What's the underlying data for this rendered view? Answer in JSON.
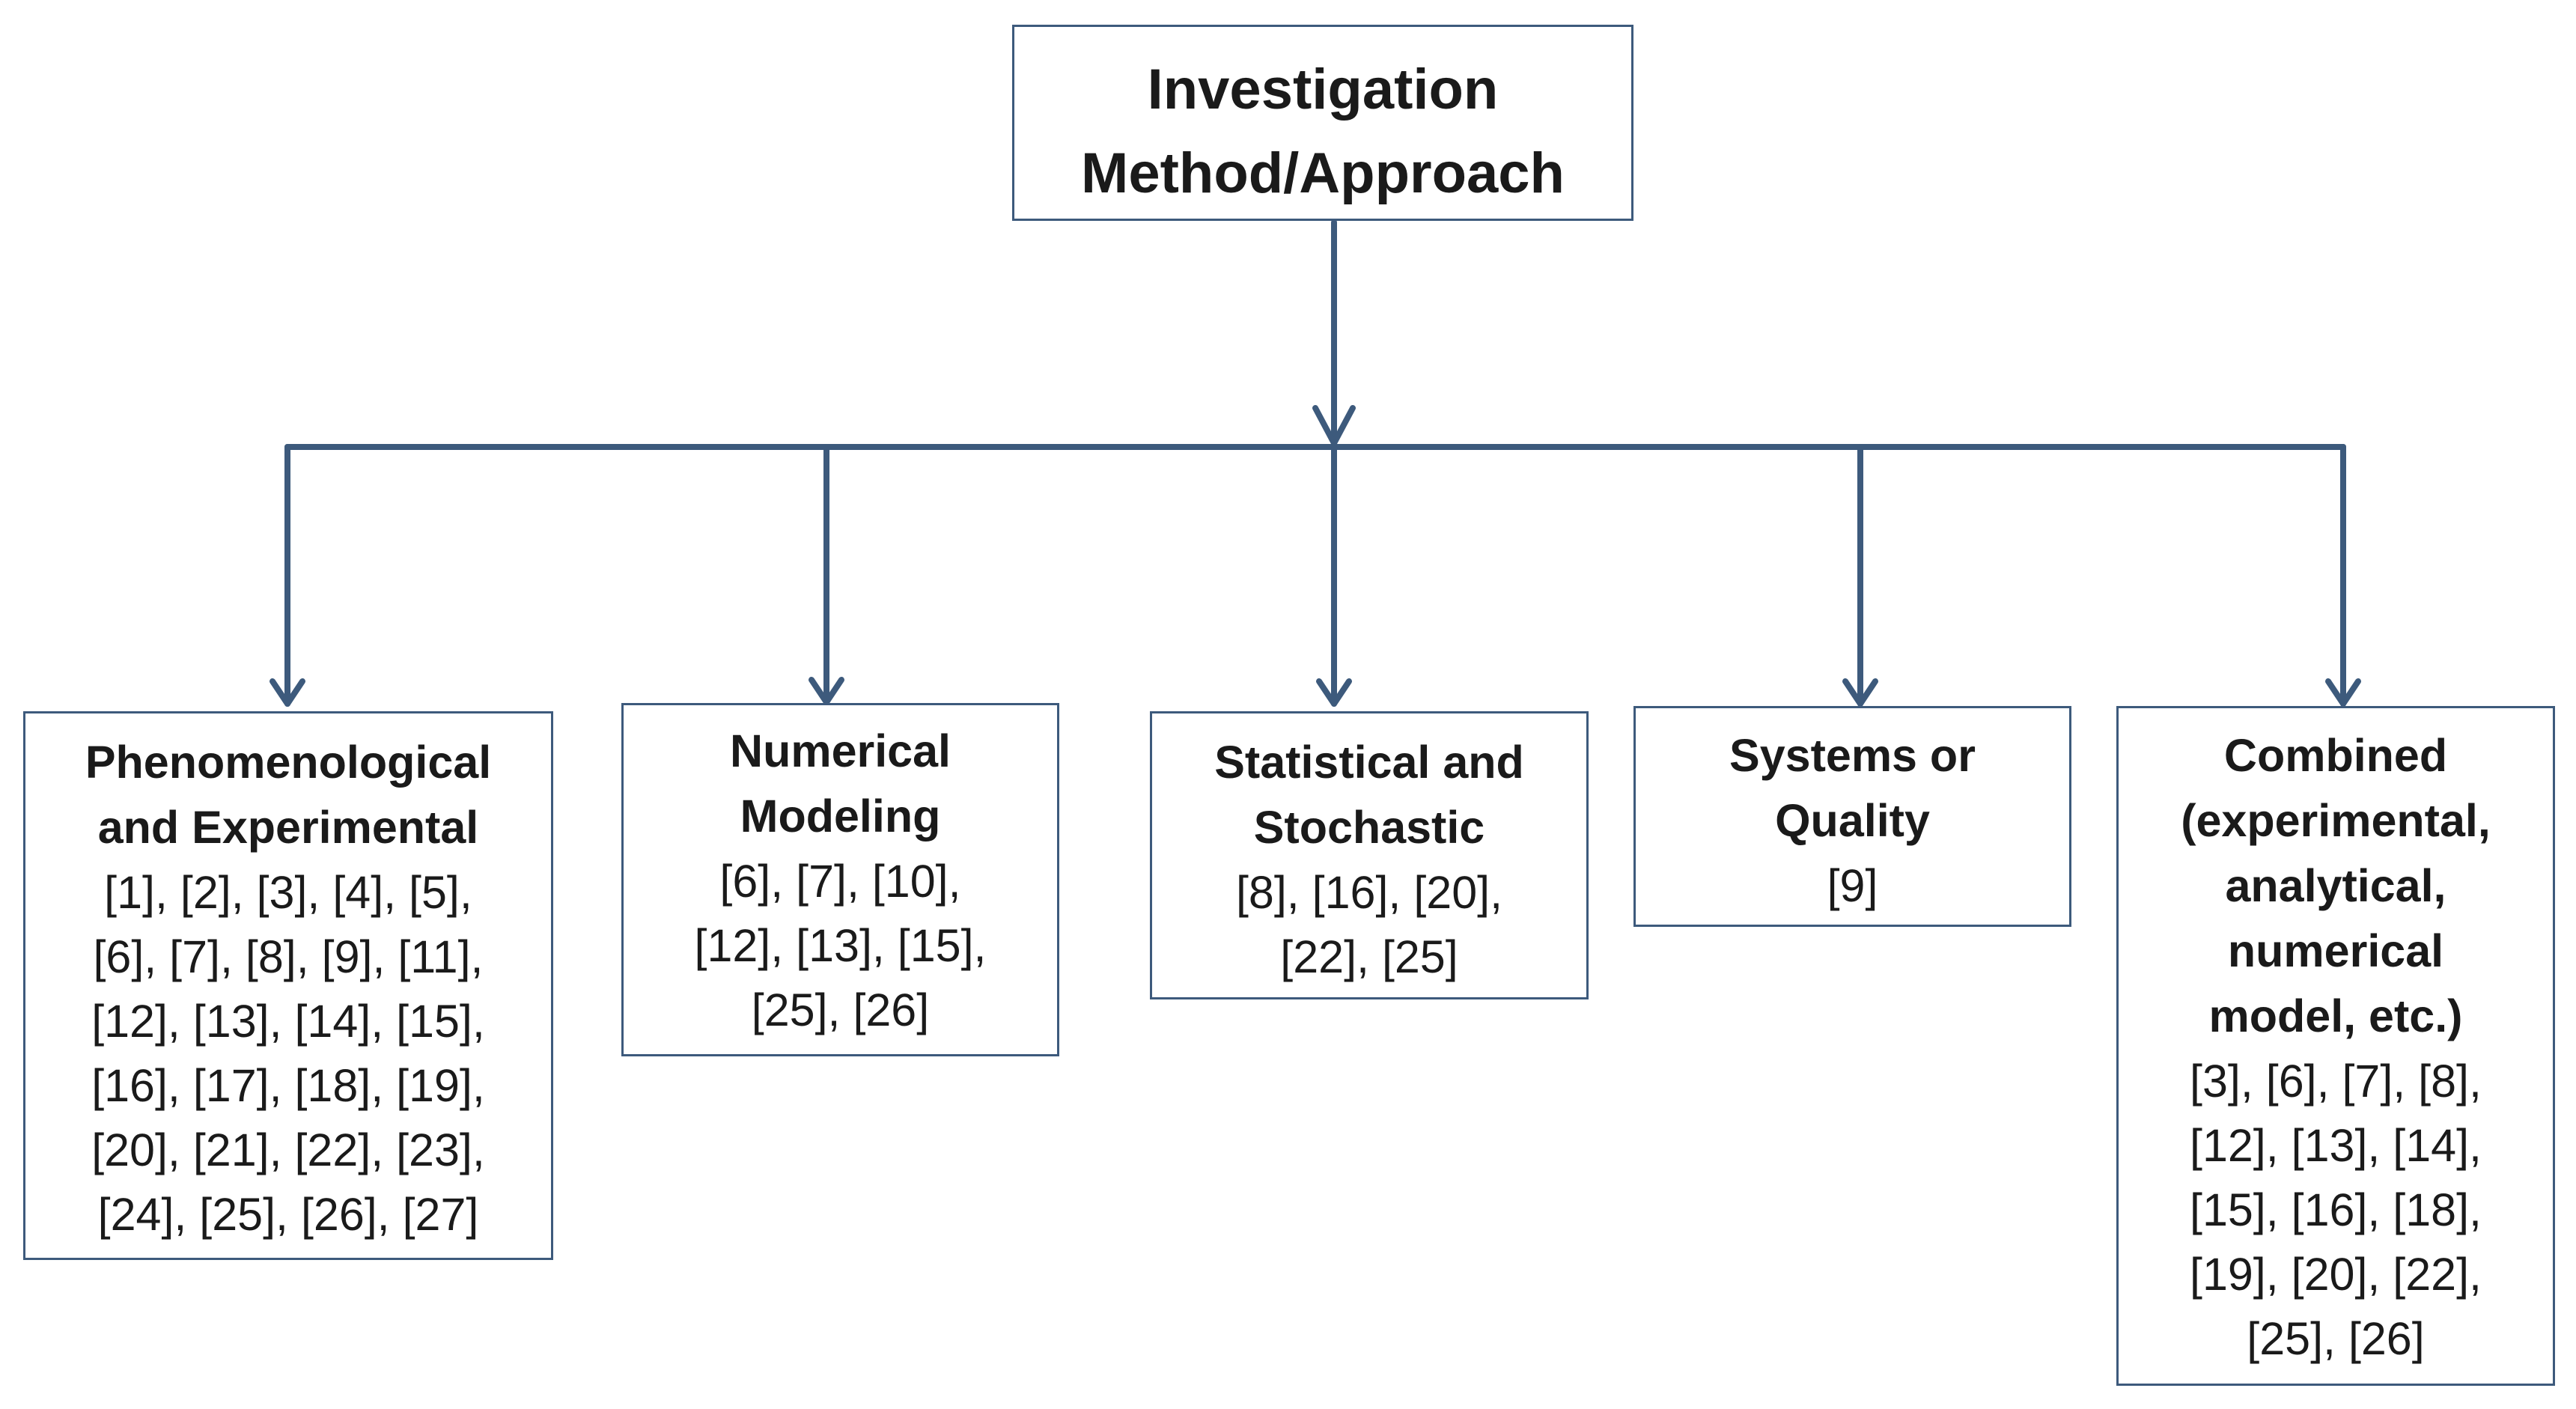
{
  "root": {
    "title_line1": "Investigation",
    "title_line2": "Method/Approach"
  },
  "children": [
    {
      "title": [
        "Phenomenological",
        "and Experimental"
      ],
      "refs": [
        "[1], [2], [3], [4], [5],",
        "[6], [7], [8], [9], [11],",
        "[12], [13], [14], [15],",
        "[16], [17], [18], [19],",
        "[20], [21], [22], [23],",
        "[24], [25], [26], [27]"
      ]
    },
    {
      "title": [
        "Numerical",
        "Modeling"
      ],
      "refs": [
        "[6], [7], [10],",
        "[12], [13], [15],",
        "[25], [26]"
      ]
    },
    {
      "title": [
        "Statistical and",
        "Stochastic"
      ],
      "refs": [
        "[8], [16], [20],",
        "[22], [25]"
      ]
    },
    {
      "title": [
        "Systems or",
        "Quality"
      ],
      "refs": [
        "[9]"
      ]
    },
    {
      "title": [
        "Combined",
        "(experimental,",
        "analytical,",
        "numerical",
        "model, etc.)"
      ],
      "refs": [
        "[3], [6], [7], [8],",
        "[12], [13], [14],",
        "[15], [16], [18],",
        "[19], [20], [22],",
        "[25], [26]"
      ]
    }
  ],
  "colors": {
    "line": "#3d5a7c",
    "border": "#3d5a7c",
    "text": "#1a1a1a"
  }
}
